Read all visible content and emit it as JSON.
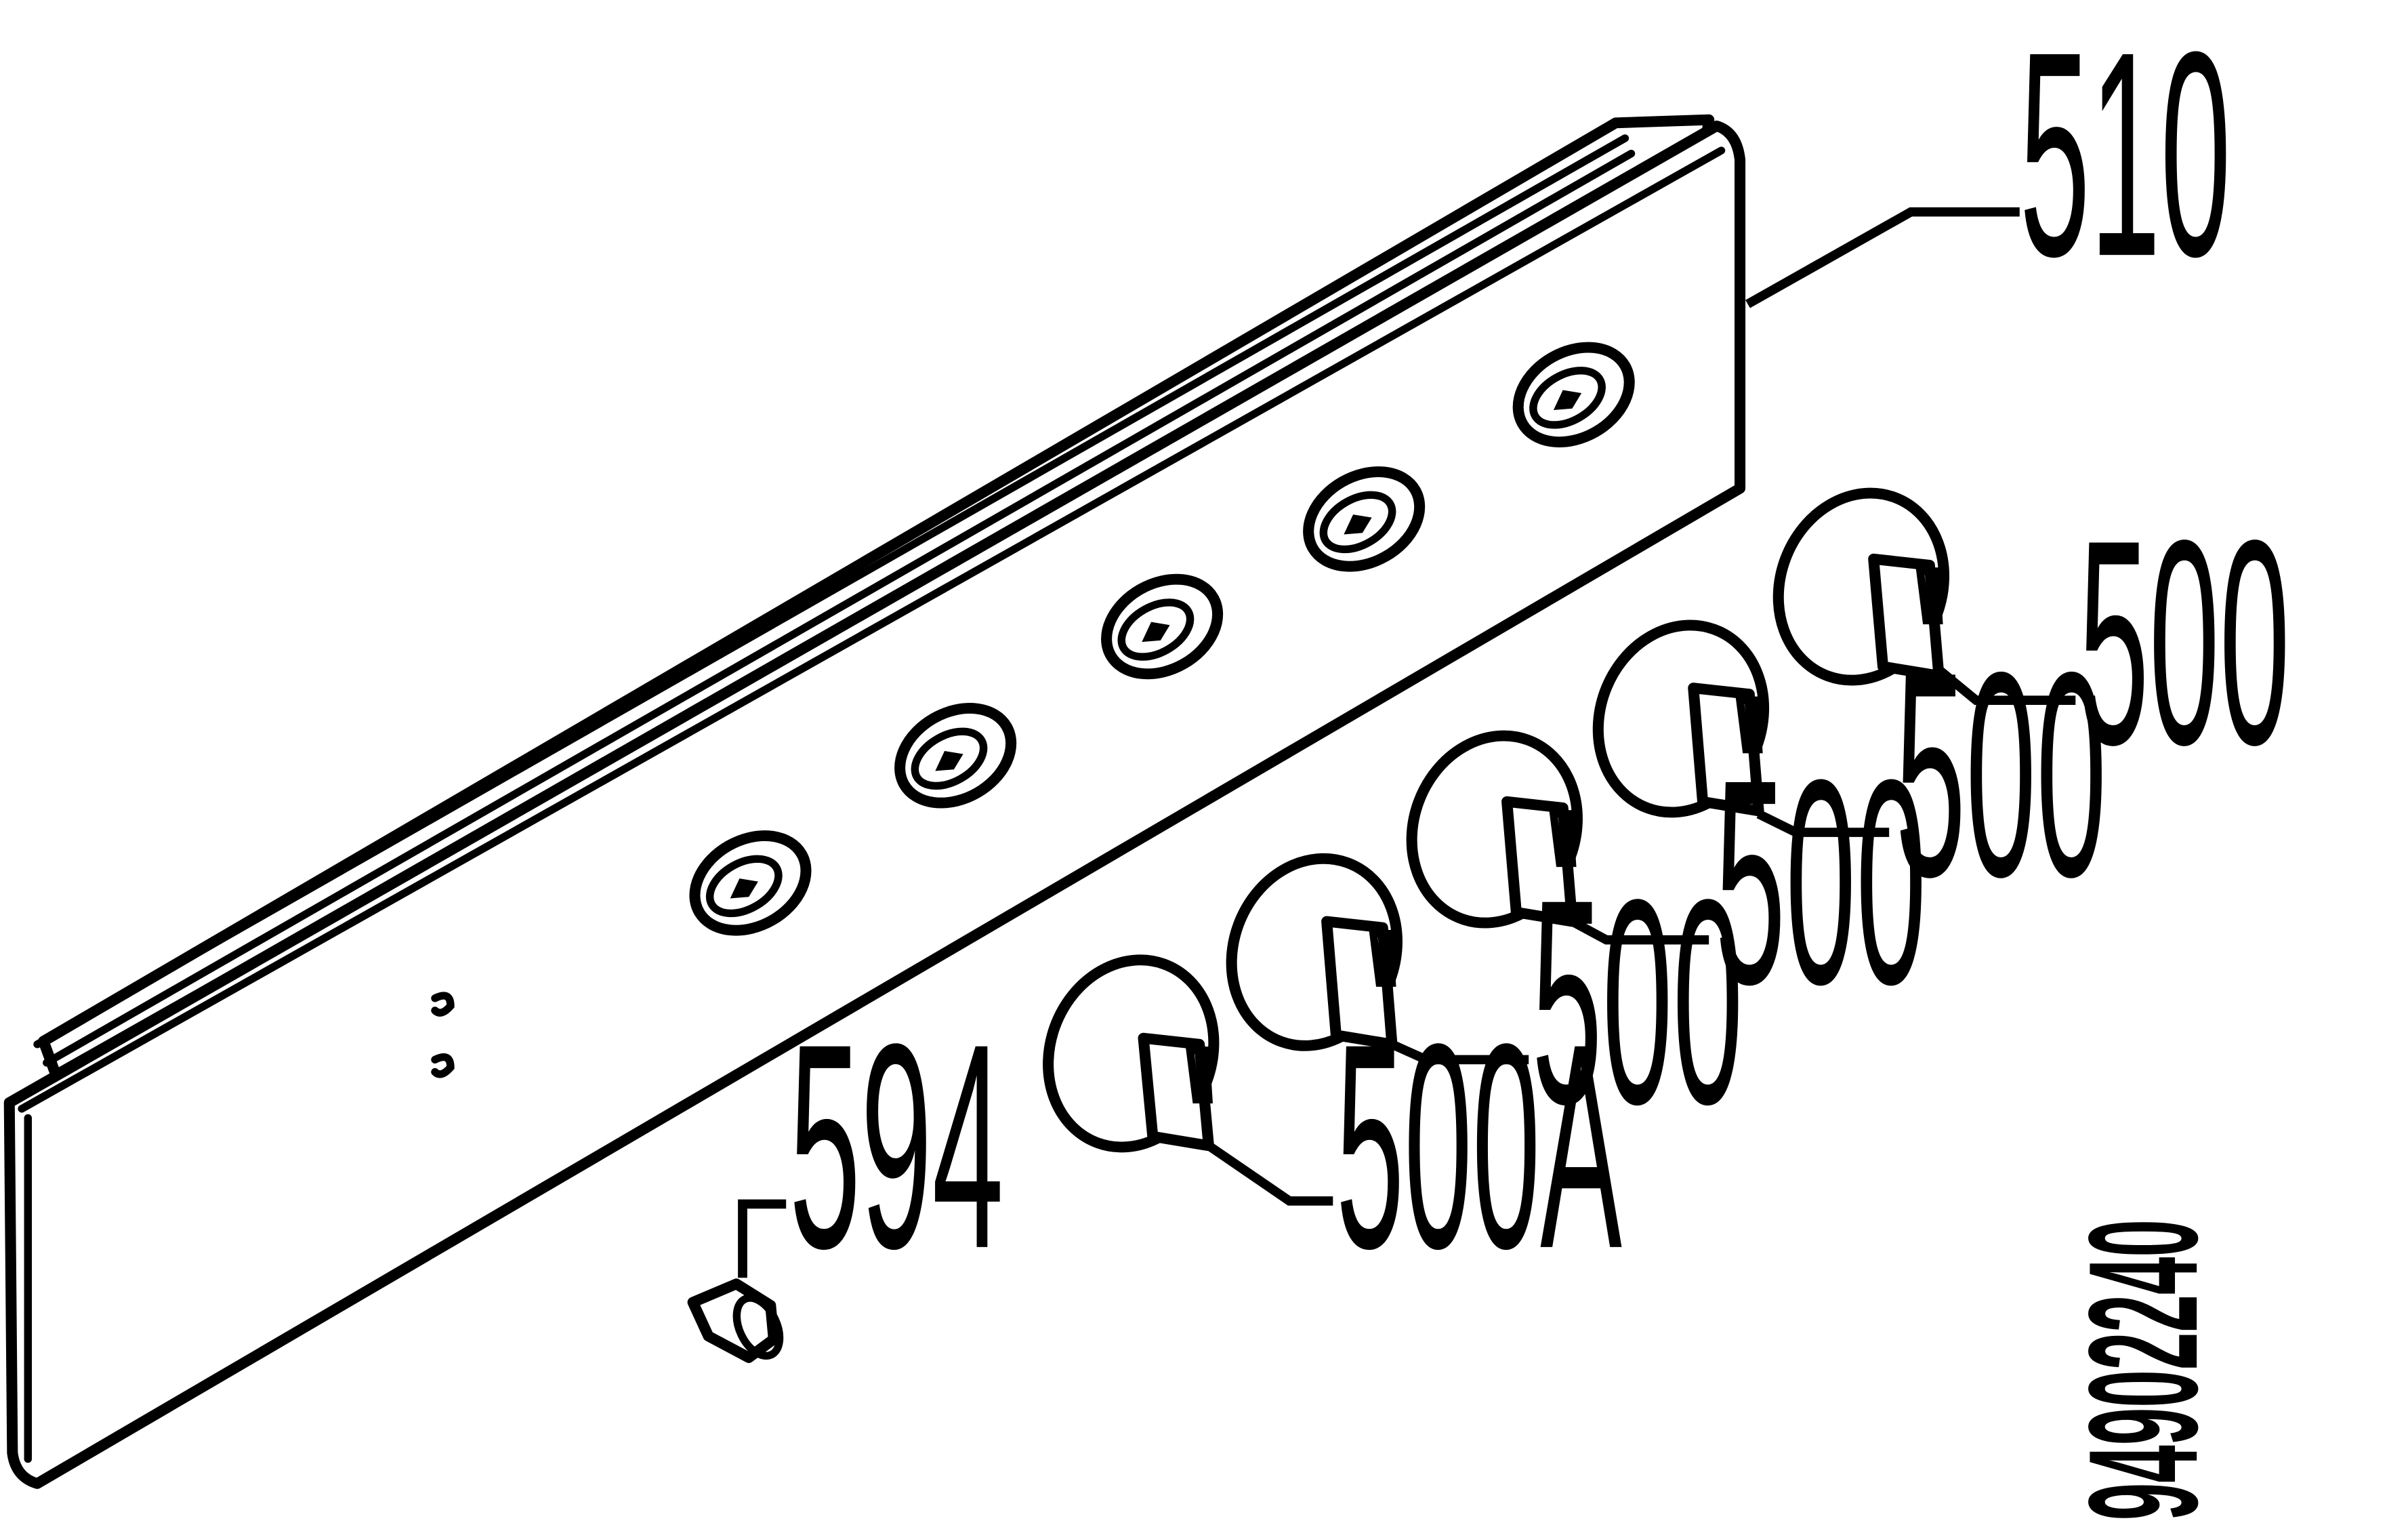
{
  "parts": {
    "panel": {
      "label": "510"
    },
    "knobs": [
      {
        "label": "500A"
      },
      {
        "label": "500"
      },
      {
        "label": "500"
      },
      {
        "label": "500"
      },
      {
        "label": "500"
      }
    ],
    "screw": {
      "label": "594"
    }
  },
  "drawing_number": "94902240"
}
